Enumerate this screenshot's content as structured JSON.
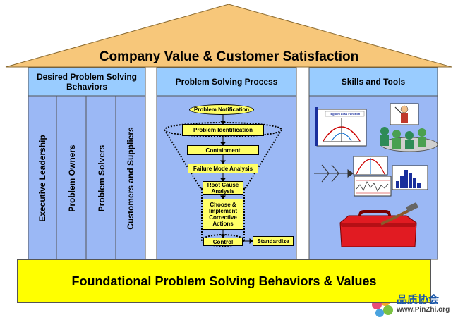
{
  "roof": {
    "title": "Company Value & Customer Satisfaction"
  },
  "columns": {
    "behaviors": {
      "header": "Desired Problem Solving Behaviors",
      "items": [
        "Executive Leadership",
        "Problem Owners",
        "Problem Solvers",
        "Customers and Suppliers"
      ]
    },
    "process": {
      "header": "Problem Solving Process",
      "steps": {
        "notification": "Problem Notification",
        "identification": "Problem Identification",
        "containment": "Containment",
        "fmea": "Failure Mode Analysis",
        "root_cause": "Root Cause Analysis",
        "corrective": "Choose & Implement Corrective Actions",
        "control": "Control",
        "standardize": "Standardize"
      }
    },
    "tools": {
      "header": "Skills and Tools",
      "slide_title": "Taguchi Loss Function"
    }
  },
  "foundation": {
    "title": "Foundational Problem Solving Behaviors & Values"
  },
  "watermark": {
    "cn": "品质协会",
    "url": "www.PinZhi.org"
  },
  "colors": {
    "roof": "#f7c77a",
    "panel": "#9bb8f5",
    "step": "#ffff66",
    "foundation": "#ffff00",
    "header": "#99ccff"
  }
}
